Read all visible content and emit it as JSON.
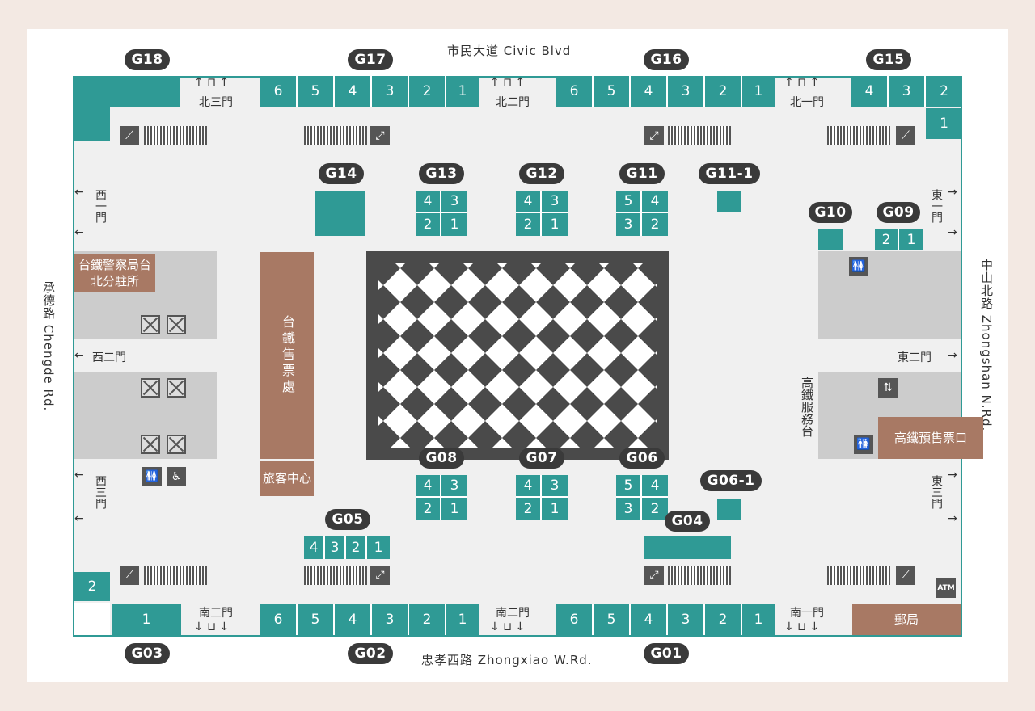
{
  "streets": {
    "north": "市民大道 Civic Blvd",
    "south": "忠孝西路 Zhongxiao W.Rd.",
    "west": "承德路 Chengde Rd.",
    "east": "中山北路 Zhongshan N.Rd."
  },
  "gates": {
    "north_3": "北三門",
    "north_2": "北二門",
    "north_1": "北一門",
    "south_3": "南三門",
    "south_2": "南二門",
    "south_1": "南一門",
    "west_1": "西一門",
    "west_2": "西二門",
    "west_3": "西三門",
    "east_1": "東一門",
    "east_2": "東二門",
    "east_3": "東三門"
  },
  "exits": {
    "G18": "G18",
    "G17": "G17",
    "G16": "G16",
    "G15": "G15",
    "G14": "G14",
    "G13": "G13",
    "G12": "G12",
    "G11": "G11",
    "G11_1": "G11-1",
    "G10": "G10",
    "G09": "G09",
    "G08": "G08",
    "G07": "G07",
    "G06": "G06",
    "G06_1": "G06-1",
    "G05": "G05",
    "G04": "G04",
    "G03": "G03",
    "G02": "G02",
    "G01": "G01"
  },
  "facilities": {
    "police": "台鐵警察局台北分駐所",
    "ticket_office": "台鐵售票處",
    "traveler_center": "旅客中心",
    "hsr_service": "高鐵服務台",
    "hsr_presale": "高鐵預售票口",
    "post_office": "郵局",
    "atm": "ATM"
  },
  "numbers": {
    "n1": "1",
    "n2": "2",
    "n3": "3",
    "n4": "4",
    "n5": "5",
    "n6": "6"
  },
  "colors": {
    "teal": "#2f9a95",
    "dark": "#3a3a3a",
    "brown": "#a87964",
    "gray": "#cccccc",
    "background": "#f3e9e3"
  }
}
